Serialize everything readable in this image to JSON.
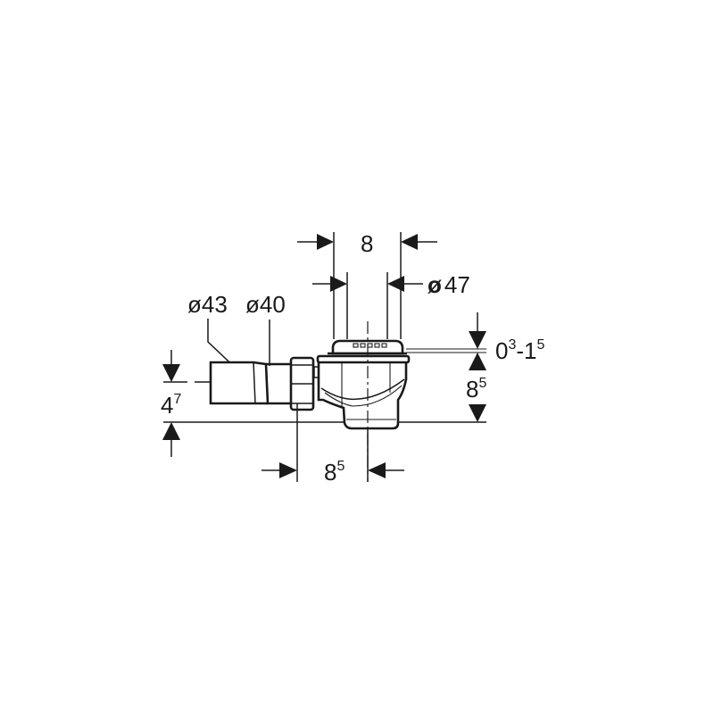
{
  "drawing": {
    "subject": "shower drain with outlet elbow",
    "colors": {
      "line": "#1a1a1a",
      "background": "#ffffff"
    },
    "dimensions": {
      "top_width": {
        "value": "8",
        "sup": ""
      },
      "grate_diameter": {
        "prefix": "ø",
        "value": "47",
        "sup": ""
      },
      "pipe_outer_diameter": {
        "label": "ø43"
      },
      "pipe_inner_diameter": {
        "label": "ø40"
      },
      "outlet_height": {
        "value": "4",
        "sup": "7"
      },
      "adjustment_range": {
        "from": "0",
        "from_sup": "3",
        "sep": "-",
        "to": "1",
        "to_sup": "5"
      },
      "body_height": {
        "value": "8",
        "sup": "5"
      },
      "outlet_offset": {
        "value": "8",
        "sup": "5"
      }
    }
  }
}
